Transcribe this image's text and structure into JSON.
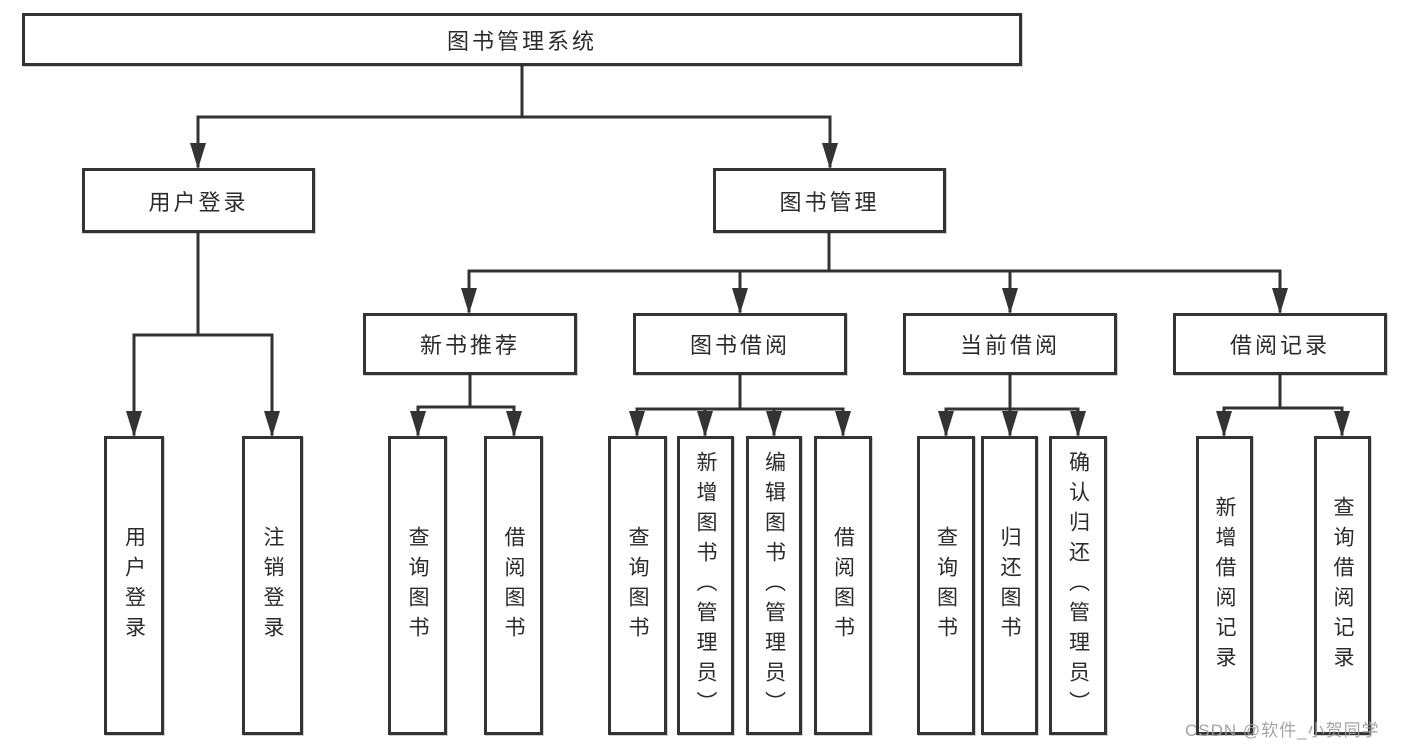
{
  "diagram_title": "图书管理系统",
  "nodes": {
    "root": "图书管理系统",
    "user_login": "用户登录",
    "book_mgmt": "图书管理",
    "new_book_rec": "新书推荐",
    "book_borrow": "图书借阅",
    "current_borrow": "当前借阅",
    "borrow_records": "借阅记录",
    "leaf_user_login": "用户登录",
    "leaf_logout": "注销登录",
    "leaf_query_book_1": "查询图书",
    "leaf_borrow_book_1": "借阅图书",
    "leaf_query_book_2": "查询图书",
    "leaf_add_book": "新增图书（管理员）",
    "leaf_edit_book": "编辑图书（管理员）",
    "leaf_borrow_book_2": "借阅图书",
    "leaf_query_book_3": "查询图书",
    "leaf_return_book": "归还图书",
    "leaf_confirm_return": "确认归还（管理员）",
    "leaf_add_record": "新增借阅记录",
    "leaf_query_record": "查询借阅记录"
  },
  "tree": {
    "root": "图书管理系统",
    "children": [
      {
        "label": "用户登录",
        "children": [
          "用户登录",
          "注销登录"
        ]
      },
      {
        "label": "图书管理",
        "children": [
          {
            "label": "新书推荐",
            "children": [
              "查询图书",
              "借阅图书"
            ]
          },
          {
            "label": "图书借阅",
            "children": [
              "查询图书",
              "新增图书（管理员）",
              "编辑图书（管理员）",
              "借阅图书"
            ]
          },
          {
            "label": "当前借阅",
            "children": [
              "查询图书",
              "归还图书",
              "确认归还（管理员）"
            ]
          },
          {
            "label": "借阅记录",
            "children": [
              "新增借阅记录",
              "查询借阅记录"
            ]
          }
        ]
      }
    ]
  },
  "watermark": "CSDN @软件_小贺同学",
  "colors": {
    "line": "#333333",
    "box_border": "#333333",
    "text": "#2b2b2b",
    "watermark": "#9e9e9e",
    "background": "#ffffff"
  }
}
